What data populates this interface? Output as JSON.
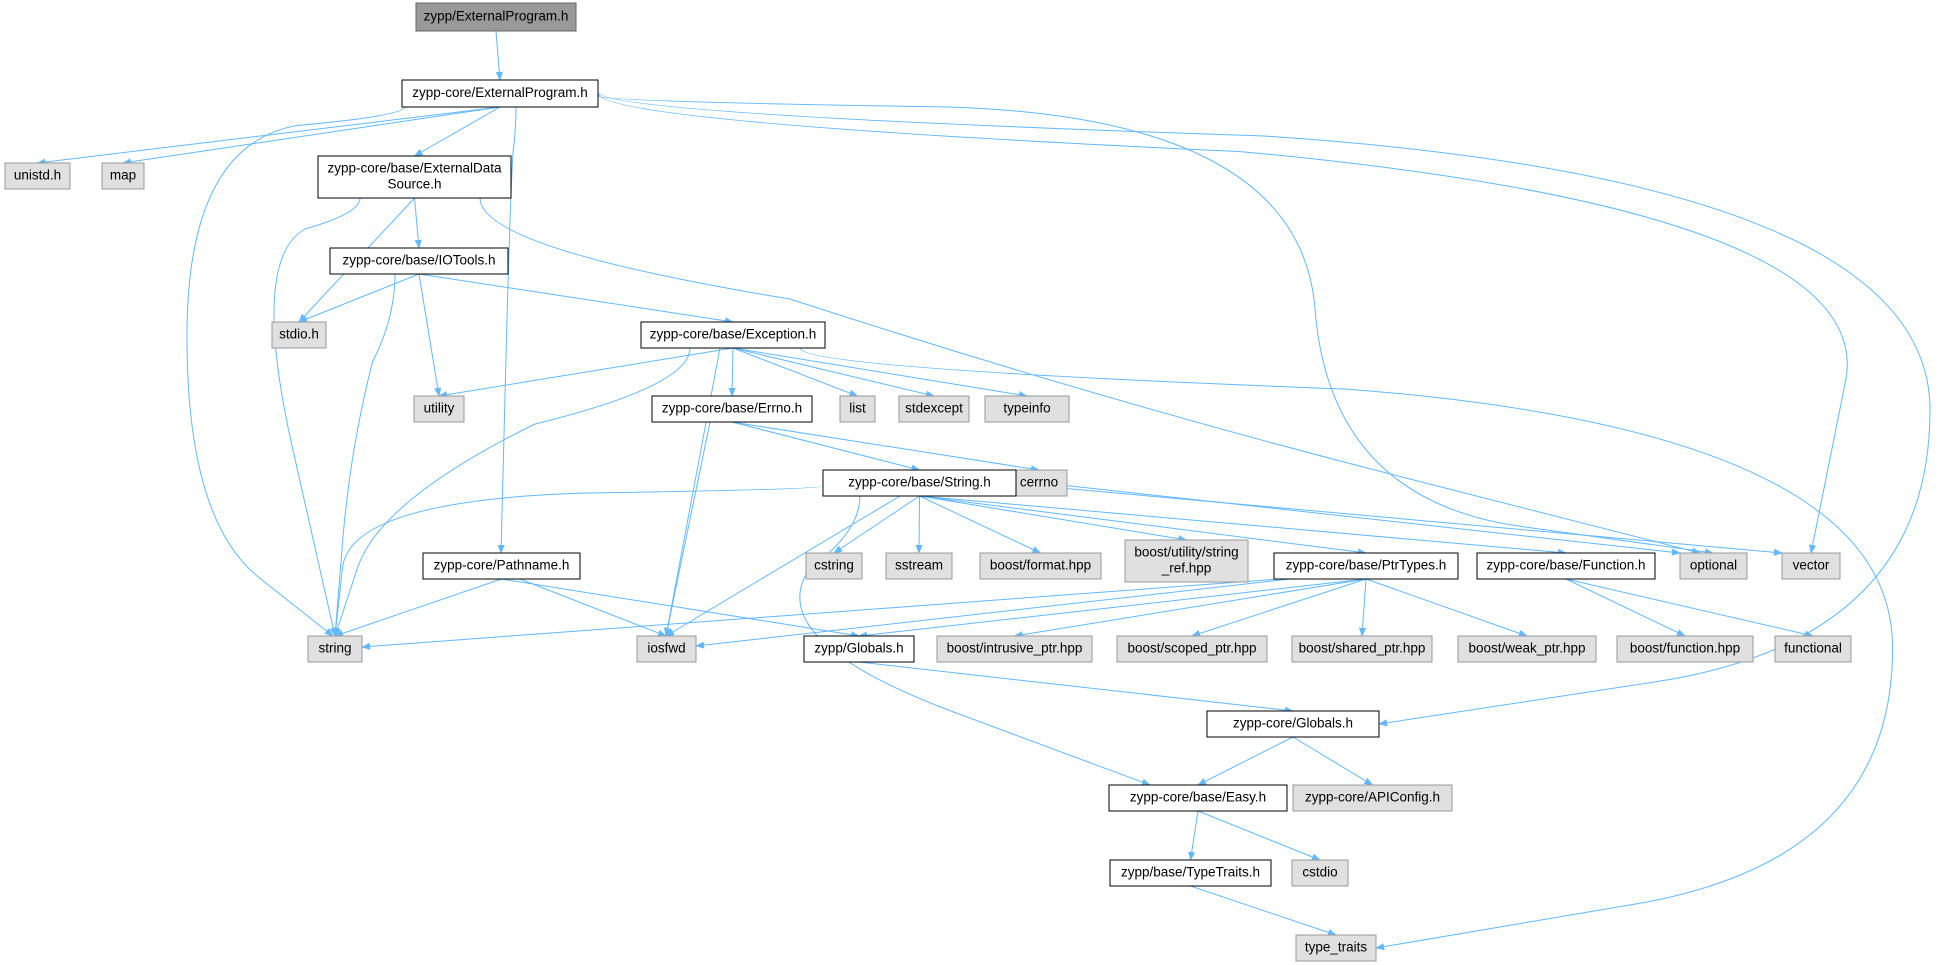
{
  "colors": {
    "edge": "#63b8ff",
    "root_fill": "#999999",
    "local_fill": "#ffffff",
    "system_fill": "#e0e0e0"
  },
  "nodes": [
    {
      "id": "root",
      "kind": "root",
      "label": [
        "zypp/ExternalProgram.h"
      ]
    },
    {
      "id": "core_extprog",
      "kind": "local",
      "label": [
        "zypp-core/ExternalProgram.h"
      ]
    },
    {
      "id": "unistd",
      "kind": "sys",
      "label": [
        "unistd.h"
      ]
    },
    {
      "id": "map",
      "kind": "sys",
      "label": [
        "map"
      ]
    },
    {
      "id": "extdata",
      "kind": "local",
      "label": [
        "zypp-core/base/ExternalData",
        "Source.h"
      ]
    },
    {
      "id": "iotools",
      "kind": "local",
      "label": [
        "zypp-core/base/IOTools.h"
      ]
    },
    {
      "id": "stdio",
      "kind": "sys",
      "label": [
        "stdio.h"
      ]
    },
    {
      "id": "exception",
      "kind": "local",
      "label": [
        "zypp-core/base/Exception.h"
      ]
    },
    {
      "id": "utility",
      "kind": "sys",
      "label": [
        "utility"
      ]
    },
    {
      "id": "errno",
      "kind": "local",
      "label": [
        "zypp-core/base/Errno.h"
      ]
    },
    {
      "id": "list",
      "kind": "sys",
      "label": [
        "list"
      ]
    },
    {
      "id": "stdexcept",
      "kind": "sys",
      "label": [
        "stdexcept"
      ]
    },
    {
      "id": "typeinfo",
      "kind": "sys",
      "label": [
        "typeinfo"
      ]
    },
    {
      "id": "cerrno",
      "kind": "sys",
      "label": [
        "cerrno"
      ]
    },
    {
      "id": "string_h",
      "kind": "local",
      "label": [
        "zypp-core/base/String.h"
      ]
    },
    {
      "id": "pathname",
      "kind": "local",
      "label": [
        "zypp-core/Pathname.h"
      ]
    },
    {
      "id": "cstring",
      "kind": "sys",
      "label": [
        "cstring"
      ]
    },
    {
      "id": "sstream",
      "kind": "sys",
      "label": [
        "sstream"
      ]
    },
    {
      "id": "boost_format",
      "kind": "sys",
      "label": [
        "boost/format.hpp"
      ]
    },
    {
      "id": "boost_strref",
      "kind": "sys",
      "label": [
        "boost/utility/string",
        "_ref.hpp"
      ]
    },
    {
      "id": "ptrtypes",
      "kind": "local",
      "label": [
        "zypp-core/base/PtrTypes.h"
      ]
    },
    {
      "id": "function_h",
      "kind": "local",
      "label": [
        "zypp-core/base/Function.h"
      ]
    },
    {
      "id": "optional",
      "kind": "sys",
      "label": [
        "optional"
      ]
    },
    {
      "id": "vector",
      "kind": "sys",
      "label": [
        "vector"
      ]
    },
    {
      "id": "string",
      "kind": "sys",
      "label": [
        "string"
      ]
    },
    {
      "id": "iosfwd",
      "kind": "sys",
      "label": [
        "iosfwd"
      ]
    },
    {
      "id": "zypp_globals",
      "kind": "local",
      "label": [
        "zypp/Globals.h"
      ]
    },
    {
      "id": "boost_intrusive",
      "kind": "sys",
      "label": [
        "boost/intrusive_ptr.hpp"
      ]
    },
    {
      "id": "boost_scoped",
      "kind": "sys",
      "label": [
        "boost/scoped_ptr.hpp"
      ]
    },
    {
      "id": "boost_shared",
      "kind": "sys",
      "label": [
        "boost/shared_ptr.hpp"
      ]
    },
    {
      "id": "boost_weak",
      "kind": "sys",
      "label": [
        "boost/weak_ptr.hpp"
      ]
    },
    {
      "id": "boost_function",
      "kind": "sys",
      "label": [
        "boost/function.hpp"
      ]
    },
    {
      "id": "functional",
      "kind": "sys",
      "label": [
        "functional"
      ]
    },
    {
      "id": "core_globals",
      "kind": "local",
      "label": [
        "zypp-core/Globals.h"
      ]
    },
    {
      "id": "easy",
      "kind": "local",
      "label": [
        "zypp-core/base/Easy.h"
      ]
    },
    {
      "id": "apiconfig",
      "kind": "sys",
      "label": [
        "zypp-core/APIConfig.h"
      ]
    },
    {
      "id": "typetraits_h",
      "kind": "local",
      "label": [
        "zypp/base/TypeTraits.h"
      ]
    },
    {
      "id": "cstdio",
      "kind": "sys",
      "label": [
        "cstdio"
      ]
    },
    {
      "id": "type_traits",
      "kind": "sys",
      "label": [
        "type_traits"
      ]
    }
  ],
  "edges": [
    [
      "root",
      "core_extprog"
    ],
    [
      "core_extprog",
      "unistd"
    ],
    [
      "core_extprog",
      "map"
    ],
    [
      "core_extprog",
      "extdata"
    ],
    [
      "core_extprog",
      "string"
    ],
    [
      "core_extprog",
      "pathname"
    ],
    [
      "core_extprog",
      "optional"
    ],
    [
      "core_extprog",
      "vector"
    ],
    [
      "core_extprog",
      "core_globals"
    ],
    [
      "extdata",
      "iotools"
    ],
    [
      "extdata",
      "stdio"
    ],
    [
      "extdata",
      "string"
    ],
    [
      "extdata",
      "optional"
    ],
    [
      "iotools",
      "stdio"
    ],
    [
      "iotools",
      "utility"
    ],
    [
      "iotools",
      "string"
    ],
    [
      "iotools",
      "exception"
    ],
    [
      "exception",
      "utility"
    ],
    [
      "exception",
      "string"
    ],
    [
      "exception",
      "iosfwd"
    ],
    [
      "exception",
      "errno"
    ],
    [
      "exception",
      "list"
    ],
    [
      "exception",
      "stdexcept"
    ],
    [
      "exception",
      "typeinfo"
    ],
    [
      "exception",
      "type_traits"
    ],
    [
      "errno",
      "cerrno"
    ],
    [
      "errno",
      "string_h"
    ],
    [
      "errno",
      "iosfwd"
    ],
    [
      "string_h",
      "string"
    ],
    [
      "string_h",
      "iosfwd"
    ],
    [
      "string_h",
      "cstring"
    ],
    [
      "string_h",
      "sstream"
    ],
    [
      "string_h",
      "boost_format"
    ],
    [
      "string_h",
      "boost_strref"
    ],
    [
      "string_h",
      "ptrtypes"
    ],
    [
      "string_h",
      "function_h"
    ],
    [
      "string_h",
      "optional"
    ],
    [
      "string_h",
      "vector"
    ],
    [
      "string_h",
      "easy"
    ],
    [
      "pathname",
      "string"
    ],
    [
      "pathname",
      "iosfwd"
    ],
    [
      "pathname",
      "zypp_globals"
    ],
    [
      "ptrtypes",
      "string"
    ],
    [
      "ptrtypes",
      "iosfwd"
    ],
    [
      "ptrtypes",
      "zypp_globals"
    ],
    [
      "ptrtypes",
      "boost_intrusive"
    ],
    [
      "ptrtypes",
      "boost_scoped"
    ],
    [
      "ptrtypes",
      "boost_shared"
    ],
    [
      "ptrtypes",
      "boost_weak"
    ],
    [
      "function_h",
      "boost_function"
    ],
    [
      "function_h",
      "functional"
    ],
    [
      "zypp_globals",
      "core_globals"
    ],
    [
      "core_globals",
      "easy"
    ],
    [
      "core_globals",
      "apiconfig"
    ],
    [
      "easy",
      "typetraits_h"
    ],
    [
      "easy",
      "cstdio"
    ],
    [
      "typetraits_h",
      "type_traits"
    ]
  ]
}
